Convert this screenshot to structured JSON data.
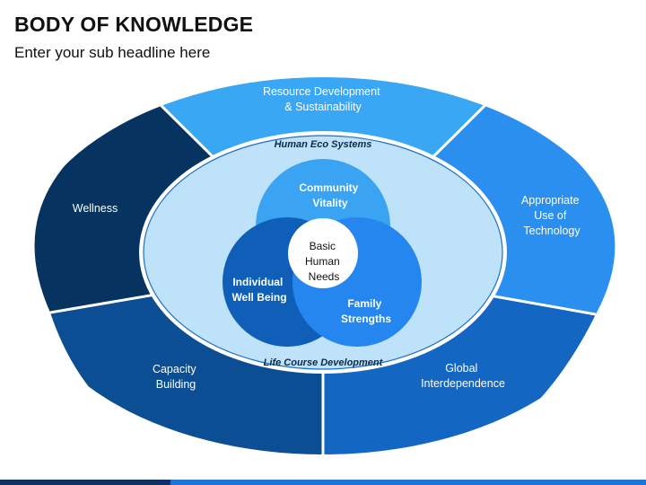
{
  "header": {
    "title": "BODY OF KNOWLEDGE",
    "subtitle": "Enter your sub headline here"
  },
  "outer_segments": [
    {
      "lines": [
        "Resource Development",
        "& Sustainability"
      ],
      "color": "#3aa7f5"
    },
    {
      "lines": [
        "Appropriate",
        "Use of",
        "Technology"
      ],
      "color": "#2b8ff0"
    },
    {
      "lines": [
        "Global",
        "Interdependence"
      ],
      "color": "#1366c2"
    },
    {
      "lines": [
        "Capacity",
        "Building"
      ],
      "color": "#0b4e94"
    },
    {
      "lines": [
        "Wellness"
      ],
      "color": "#06335f"
    }
  ],
  "rings": {
    "top_label": "Human Eco Systems",
    "bottom_label": "Life Course Development"
  },
  "circles": {
    "top": {
      "lines": [
        "Community",
        "Vitality"
      ],
      "color": "#3aa3f2"
    },
    "left": {
      "lines": [
        "Individual",
        "Well Being"
      ],
      "color": "#0f5fb8"
    },
    "right": {
      "lines": [
        "Family",
        "Strengths"
      ],
      "color": "#2586ef"
    },
    "center": {
      "lines": [
        "Basic",
        "Human",
        "Needs"
      ],
      "color": "#ffffff"
    }
  },
  "colors": {
    "ring_outer": "#ffffff",
    "ring_fill": "#bfe2fb",
    "title": "#111111"
  }
}
